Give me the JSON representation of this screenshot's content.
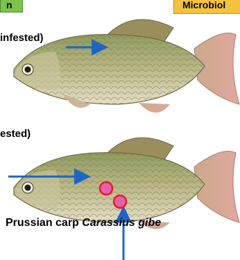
{
  "top_left_tag": "n",
  "top_right_tag": "Microbiol",
  "caption_upper": "infested)",
  "caption_lower": "ested)",
  "species_common": "Prussian carp ",
  "species_latin": "Carassius gibe",
  "colors": {
    "green_tag": "#7fc24a",
    "orange_tag": "#f5c33b",
    "arrow": "#1f66c4",
    "marker_fill": "#e85fb1",
    "marker_ring": "#e21d24"
  }
}
